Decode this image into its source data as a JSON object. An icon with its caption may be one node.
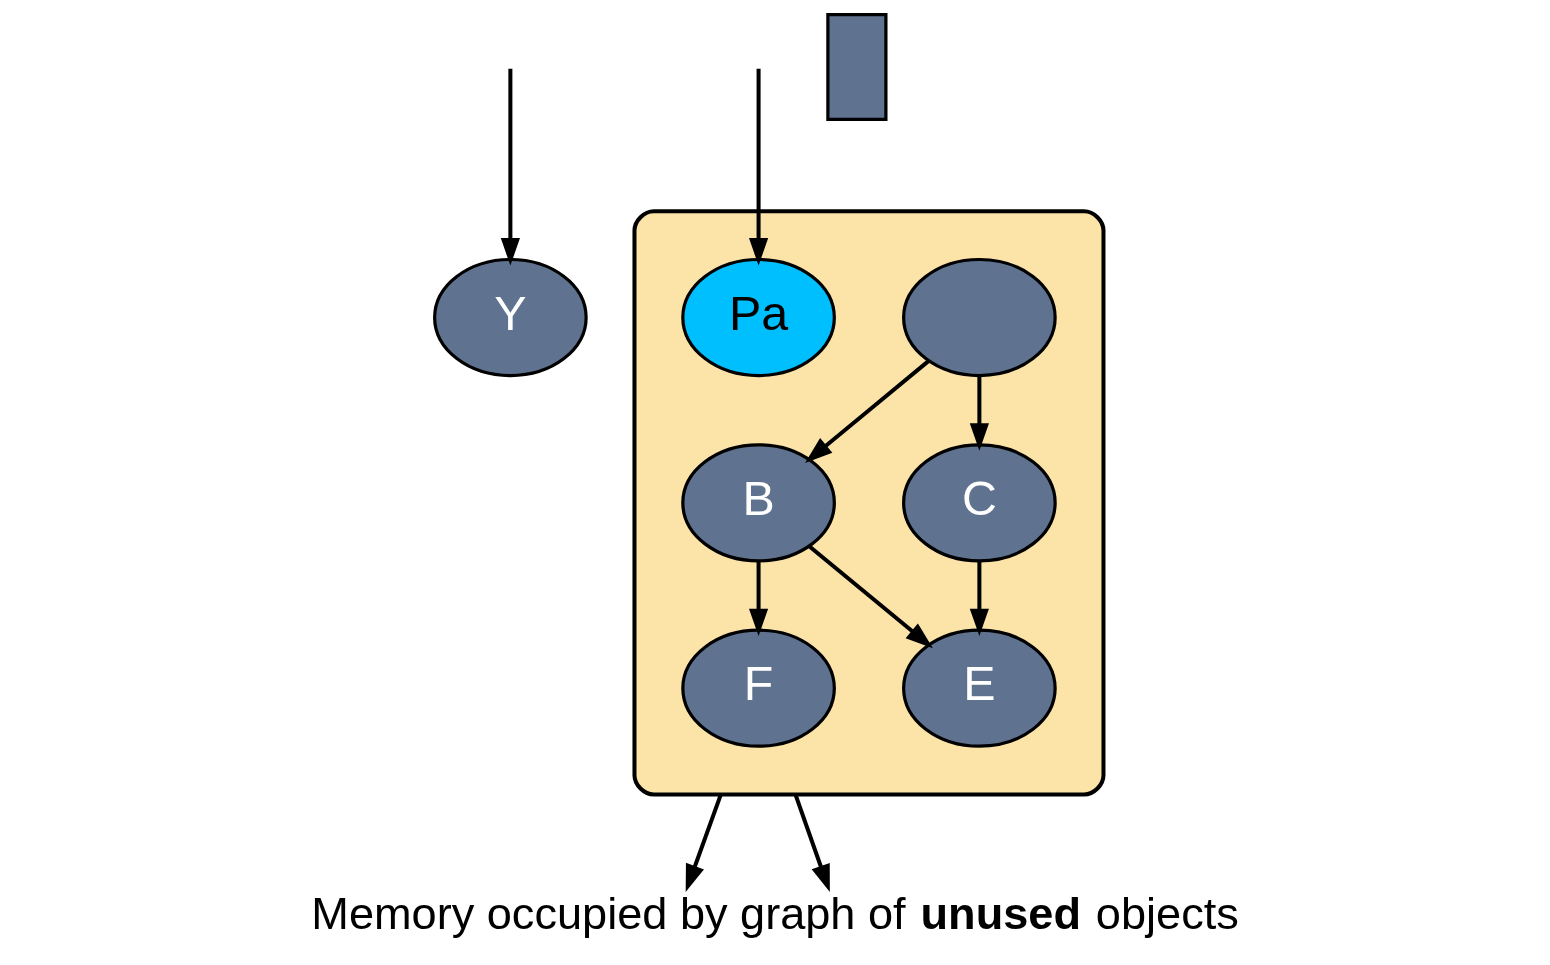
{
  "diagram": {
    "caption": "Memory occupied by graph of **unused** objects",
    "nodes": [
      {
        "text": [
          "Y"
        ]
      },
      {
        "text": [],
        "shape": "box"
      },
      {
        "text": [],
        "shape": "circle",
        "in": 1
      },
      {
        "text": [
          "Pa"
        ],
        "in": 1
      },
      {
        "text": [
          "B"
        ],
        "in": 1
      },
      {
        "text": [
          "C"
        ],
        "in": 1
      },
      {
        "text": [
          "E"
        ],
        "in": 1
      },
      {
        "text": [
          "F"
        ],
        "in": 1
      },
      {
        "text": [],
        "shape": "bar"
      }
    ],
    "edges": [
      {
        "from": null,
        "to": 3,
        "arrow": "to"
      },
      {
        "from": null,
        "to": 0,
        "arrow": "to"
      },
      {
        "from": 2,
        "to": 4,
        "arrow": "to"
      },
      {
        "from": 2,
        "to": 5,
        "arrow": "to"
      },
      {
        "from": 4,
        "to": 6,
        "arrow": "to"
      },
      {
        "from": 4,
        "to": 7,
        "arrow": "to"
      },
      {
        "from": 5,
        "to": 6,
        "arrow": "to"
      },
      {
        "from": 1,
        "to": null,
        "arrow": "to"
      },
      {
        "from": 1,
        "to": null,
        "arrow": "to"
      }
    ]
  }
}
